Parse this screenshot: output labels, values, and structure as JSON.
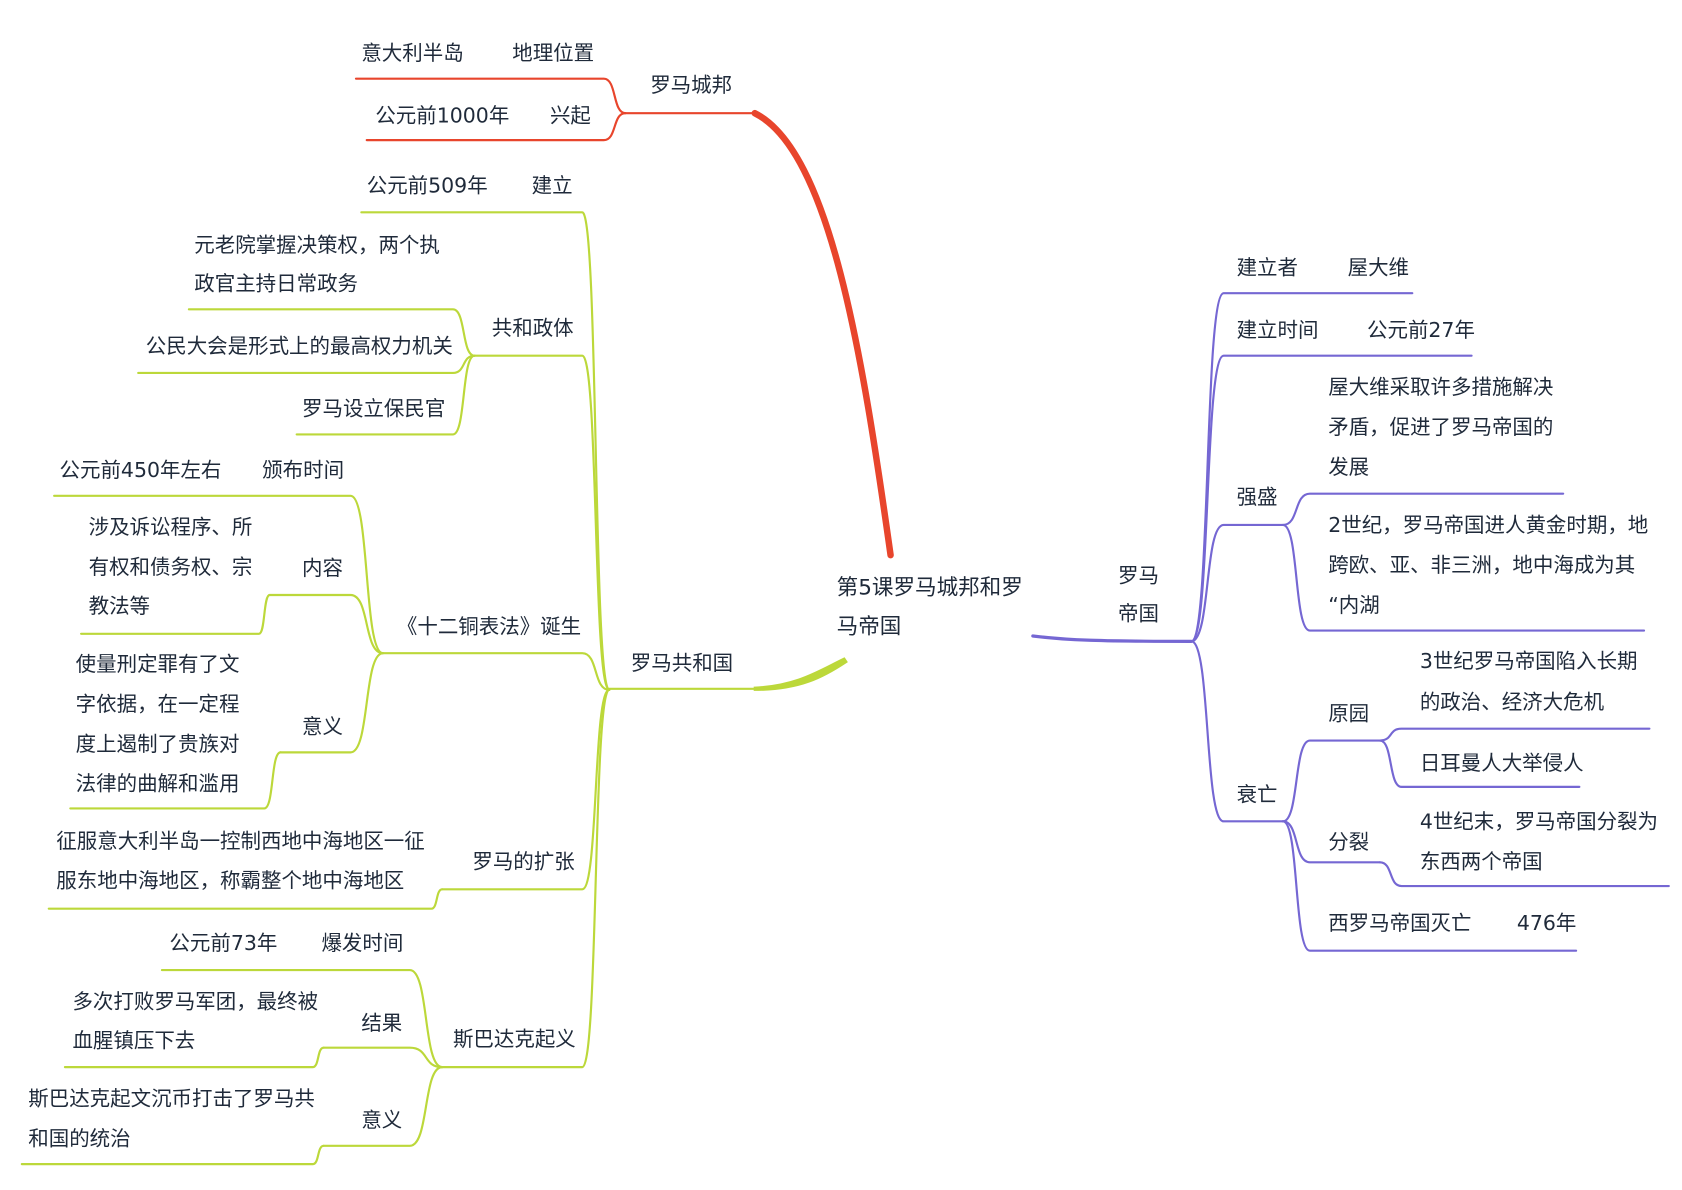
{
  "colors": {
    "red": "#e8452c",
    "green": "#bcd83a",
    "purple": "#7567d3",
    "text": "#1f2a3a"
  },
  "center": {
    "line1": "第5课罗马城邦和罗",
    "line2": "马帝国"
  },
  "city_state": {
    "title": "罗马城邦",
    "location": {
      "label": "地理位置",
      "value": "意大利半岛"
    },
    "rise": {
      "label": "兴起",
      "value": "公元前1000年"
    }
  },
  "republic": {
    "title": "罗马共和国",
    "founded": {
      "label": "建立",
      "value": "公元前509年"
    },
    "polity": {
      "label": "共和政体",
      "items": [
        [
          "元老院掌握决策权，两个执",
          "政官主持日常政务"
        ],
        [
          "公民大会是形式上的最高权力机关"
        ],
        [
          "罗马设立保民官"
        ]
      ]
    },
    "twelve_tables": {
      "label": "《十二铜表法》诞生",
      "time": {
        "label": "颁布时间",
        "value": "公元前450年左右"
      },
      "content": {
        "label": "内容",
        "lines": [
          "涉及诉讼程序、所",
          "有权和债务权、宗",
          "教法等"
        ]
      },
      "meaning": {
        "label": "意义",
        "lines": [
          "使量刑定罪有了文",
          "字依据，在一定程",
          "度上遏制了贵族对",
          "法律的曲解和滥用"
        ]
      }
    },
    "expansion": {
      "label": "罗马的扩张",
      "lines": [
        "征服意大利半岛一控制西地中海地区一征",
        "服东地中海地区，称霸整个地中海地区"
      ]
    },
    "spartacus": {
      "label": "斯巴达克起义",
      "time": {
        "label": "爆发时间",
        "value": "公元前73年"
      },
      "result": {
        "label": "结果",
        "lines": [
          "多次打败罗马军团，最终被",
          "血腥镇压下去"
        ]
      },
      "meaning": {
        "label": "意义",
        "lines": [
          "斯巴达克起文沉币打击了罗马共",
          "和国的统治"
        ]
      }
    }
  },
  "empire": {
    "title": [
      "罗马",
      "帝国"
    ],
    "founder": {
      "label": "建立者",
      "value": "屋大维"
    },
    "founded": {
      "label": "建立时间",
      "value": "公元前27年"
    },
    "prosperity": {
      "label": "强盛",
      "items": [
        [
          "屋大维采取许多措施解决",
          "矛盾，促进了罗马帝国的",
          "发展"
        ],
        [
          "2世纪，罗马帝国进人黄金时期，地",
          "跨欧、亚、非三洲，地中海成为其",
          "“内湖"
        ]
      ]
    },
    "decline": {
      "label": "衰亡",
      "cause": {
        "label": "原园",
        "items": [
          [
            "3世纪罗马帝国陷入长期",
            "的政治、经济大危机"
          ],
          [
            "日耳曼人大举侵人"
          ]
        ]
      },
      "split": {
        "label": "分裂",
        "lines": [
          "4世纪末，罗马帝国分裂为",
          "东西两个帝国"
        ]
      },
      "fall": {
        "label": "西罗马帝国灭亡",
        "value": "476年"
      }
    }
  }
}
